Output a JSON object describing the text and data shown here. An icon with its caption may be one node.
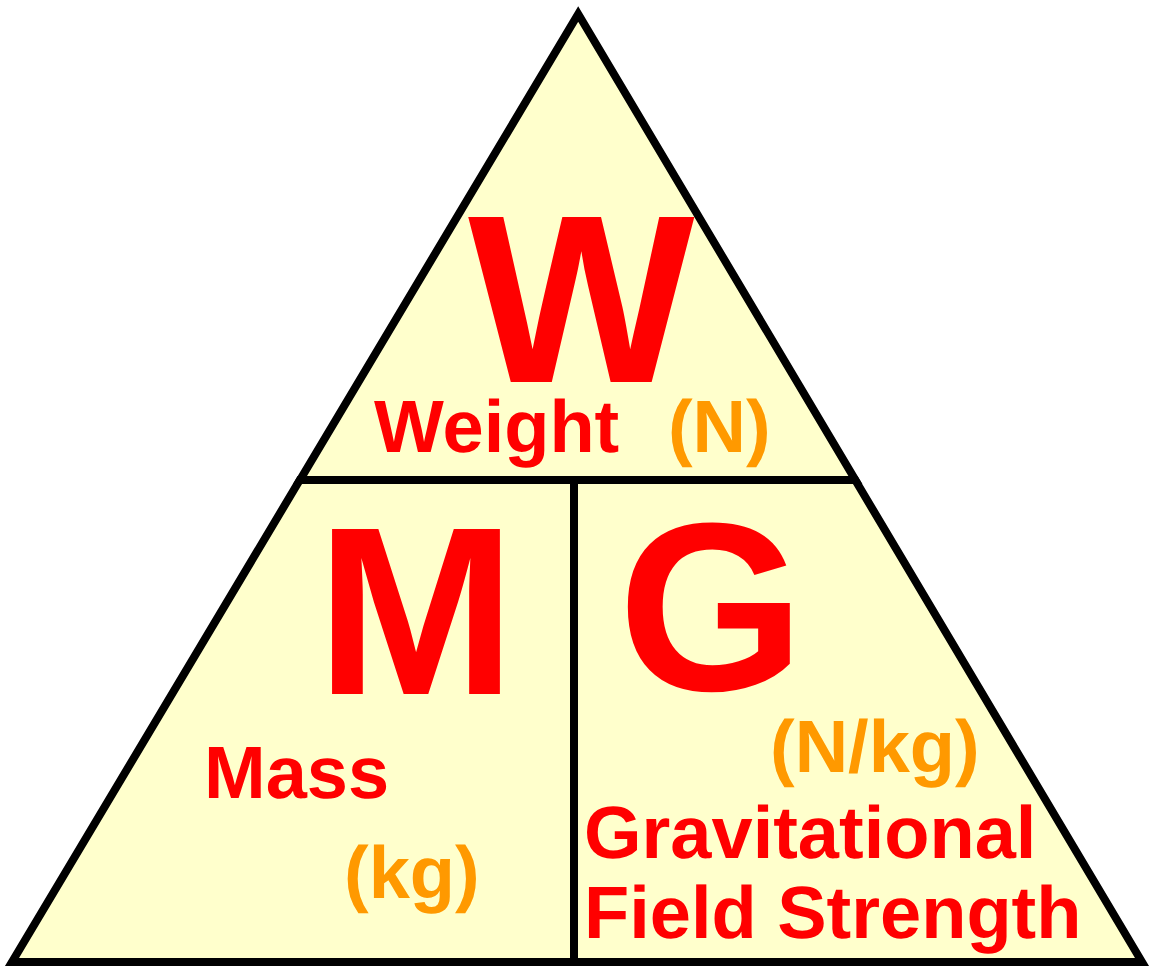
{
  "diagram": {
    "nodes": [
      {
        "text": [
          "W",
          "Weight",
          "(N)"
        ]
      },
      {
        "text": [
          "M",
          "Mass",
          "(kg)"
        ]
      },
      {
        "text": [
          "G",
          "(N/kg)",
          "Gravitational Field Strength"
        ]
      }
    ]
  }
}
